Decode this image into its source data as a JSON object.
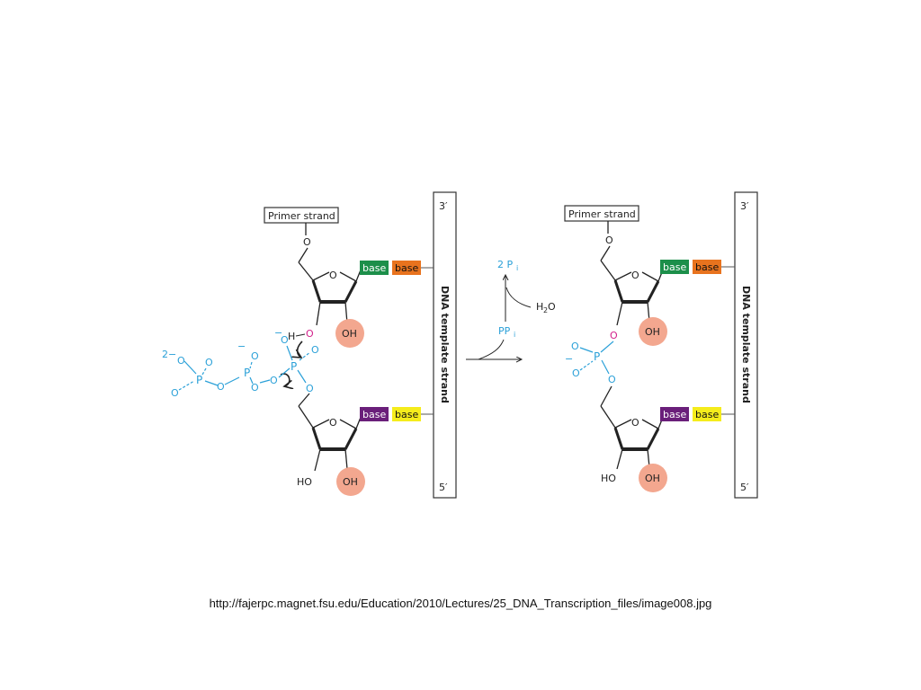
{
  "left": {
    "primer": "Primer strand",
    "template": "DNA template strand",
    "three_prime": "3′",
    "five_prime": "5′",
    "top_base1": "base",
    "top_base2": "base",
    "bot_base1": "base",
    "bot_base2": "base",
    "oh_top": "OH",
    "oh_bot": "OH",
    "ho_bot": "HO",
    "h": "H",
    "o_ring_top": "O",
    "o_ring_bot": "O",
    "o_5prime": "O",
    "o_3prime": "O",
    "charge_2": "2−",
    "charge_a": "−",
    "charge_b": "−",
    "p1": "P",
    "p2": "P",
    "p3": "P",
    "o": "O"
  },
  "middle": {
    "two_pi": "2 P",
    "two_pi_sub": "i",
    "h2o": "H",
    "h2o_sub": "2",
    "h2o_tail": "O",
    "ppi": "PP",
    "ppi_sub": "i"
  },
  "right": {
    "primer": "Primer strand",
    "template": "DNA template strand",
    "three_prime": "3′",
    "five_prime": "5′",
    "top_base1": "base",
    "top_base2": "base",
    "bot_base1": "base",
    "bot_base2": "base",
    "oh_top": "OH",
    "oh_bot": "OH",
    "ho_bot": "HO",
    "charge": "−",
    "p": "P",
    "o": "O"
  },
  "colors": {
    "green": "#1c8f4a",
    "orange": "#e8731e",
    "purple": "#6a1f7a",
    "yellow": "#f5ec1c",
    "salmon": "#f3a78f",
    "blue": "#2aa0d8",
    "pink": "#d21f8a"
  },
  "url": "http://fajerpc.magnet.fsu.edu/Education/2010/Lectures/25_DNA_Transcription_files/image008.jpg"
}
